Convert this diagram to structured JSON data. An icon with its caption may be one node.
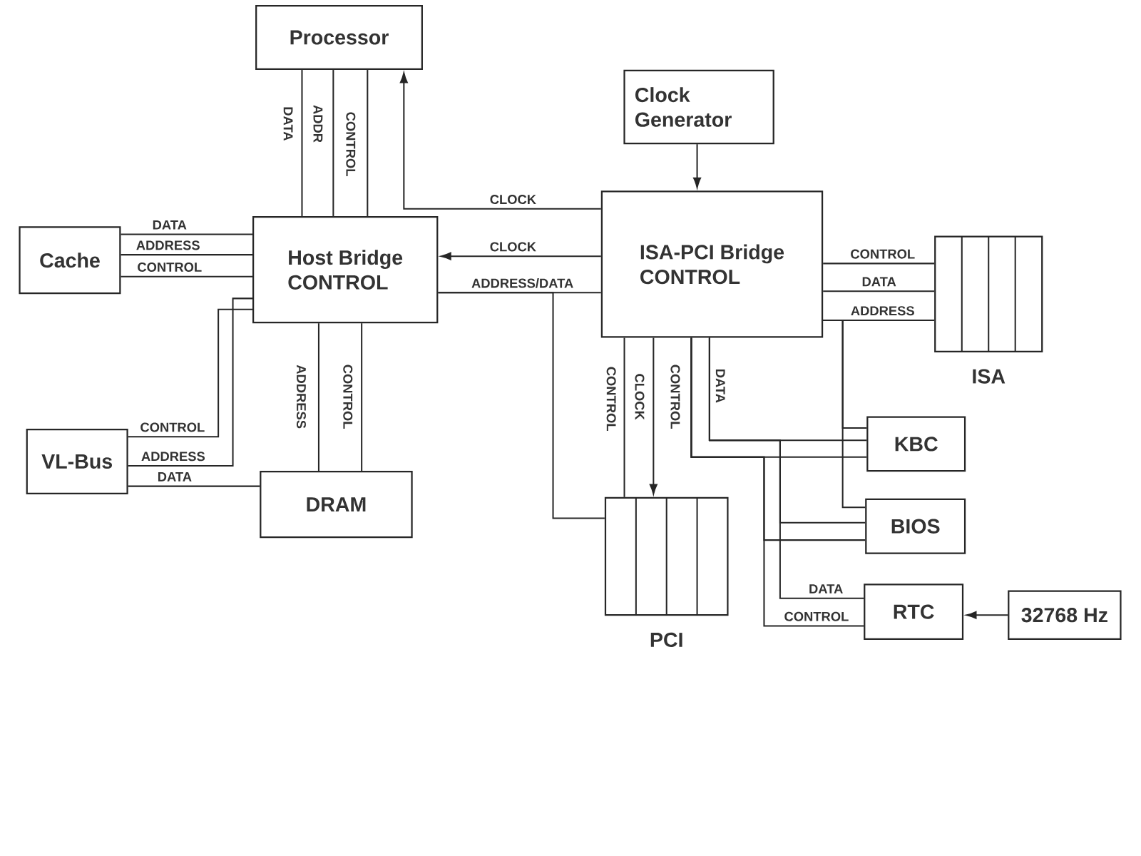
{
  "diagram": {
    "nodes": [
      {
        "text": [
          "Processor"
        ]
      },
      {
        "text": [
          "Clock Generator"
        ]
      },
      {
        "text": [
          "Cache"
        ]
      },
      {
        "text": [
          "Host Bridge",
          "CONTROL"
        ]
      },
      {
        "text": [
          "ISA-PCI Bridge",
          "CONTROL"
        ]
      },
      {
        "text": [
          "ISA"
        ]
      },
      {
        "text": [
          "KBC"
        ]
      },
      {
        "text": [
          "VL-Bus"
        ]
      },
      {
        "text": [
          "DRAM"
        ]
      },
      {
        "text": [
          "BIOS"
        ]
      },
      {
        "text": [
          "PCI"
        ]
      },
      {
        "text": [
          "RTC"
        ]
      },
      {
        "text": [
          "32768 Hz"
        ]
      }
    ],
    "edges": [
      {
        "from": 3,
        "to": 0,
        "arrow": "none",
        "label": "DATA"
      },
      {
        "from": 3,
        "to": 0,
        "arrow": "none",
        "label": "ADDR"
      },
      {
        "from": 3,
        "to": 0,
        "arrow": "none",
        "label": "CONTROL"
      },
      {
        "from": 4,
        "to": 0,
        "arrow": "to",
        "label": "CLOCK"
      },
      {
        "from": 4,
        "to": 3,
        "arrow": "to",
        "label": "CLOCK"
      },
      {
        "from": 3,
        "to": 4,
        "arrow": "none",
        "label": "ADDRESS/DATA"
      },
      {
        "from": 3,
        "to": 10,
        "arrow": "none"
      },
      {
        "from": 1,
        "to": 4,
        "arrow": "to"
      },
      {
        "from": 2,
        "to": 3,
        "arrow": "none",
        "label": "DATA"
      },
      {
        "from": 2,
        "to": 3,
        "arrow": "none",
        "label": "ADDRESS"
      },
      {
        "from": 2,
        "to": 3,
        "arrow": "none",
        "label": "CONTROL"
      },
      {
        "from": 7,
        "to": 3,
        "arrow": "none",
        "label": "CONTROL"
      },
      {
        "from": 7,
        "to": 3,
        "arrow": "none",
        "label": "ADDRESS"
      },
      {
        "from": 7,
        "to": 8,
        "arrow": "none",
        "label": "DATA"
      },
      {
        "from": 3,
        "to": 8,
        "arrow": "none",
        "label": "ADDRESS"
      },
      {
        "from": 3,
        "to": 8,
        "arrow": "none",
        "label": "CONTROL"
      },
      {
        "from": 4,
        "to": 5,
        "arrow": "none",
        "label": "CONTROL"
      },
      {
        "from": 4,
        "to": 5,
        "arrow": "none",
        "label": "DATA"
      },
      {
        "from": 4,
        "to": 5,
        "arrow": "none",
        "label": "ADDRESS"
      },
      {
        "from": 4,
        "to": 10,
        "arrow": "none",
        "label": "CONTROL"
      },
      {
        "from": 4,
        "to": 10,
        "arrow": "to",
        "label": "CLOCK"
      },
      {
        "from": 4,
        "to": 6,
        "arrow": "none",
        "label": "CONTROL"
      },
      {
        "from": 4,
        "to": 6,
        "arrow": "none",
        "label": "DATA"
      },
      {
        "from": 4,
        "to": 9,
        "arrow": "none"
      },
      {
        "from": 4,
        "to": 9,
        "arrow": "none"
      },
      {
        "from": 4,
        "to": 11,
        "arrow": "none",
        "label": "DATA"
      },
      {
        "from": 4,
        "to": 11,
        "arrow": "none",
        "label": "CONTROL"
      },
      {
        "from": 4,
        "to": 6,
        "arrow": "none"
      },
      {
        "from": 4,
        "to": 9,
        "arrow": "none"
      },
      {
        "from": 12,
        "to": 11,
        "arrow": "to"
      }
    ]
  }
}
